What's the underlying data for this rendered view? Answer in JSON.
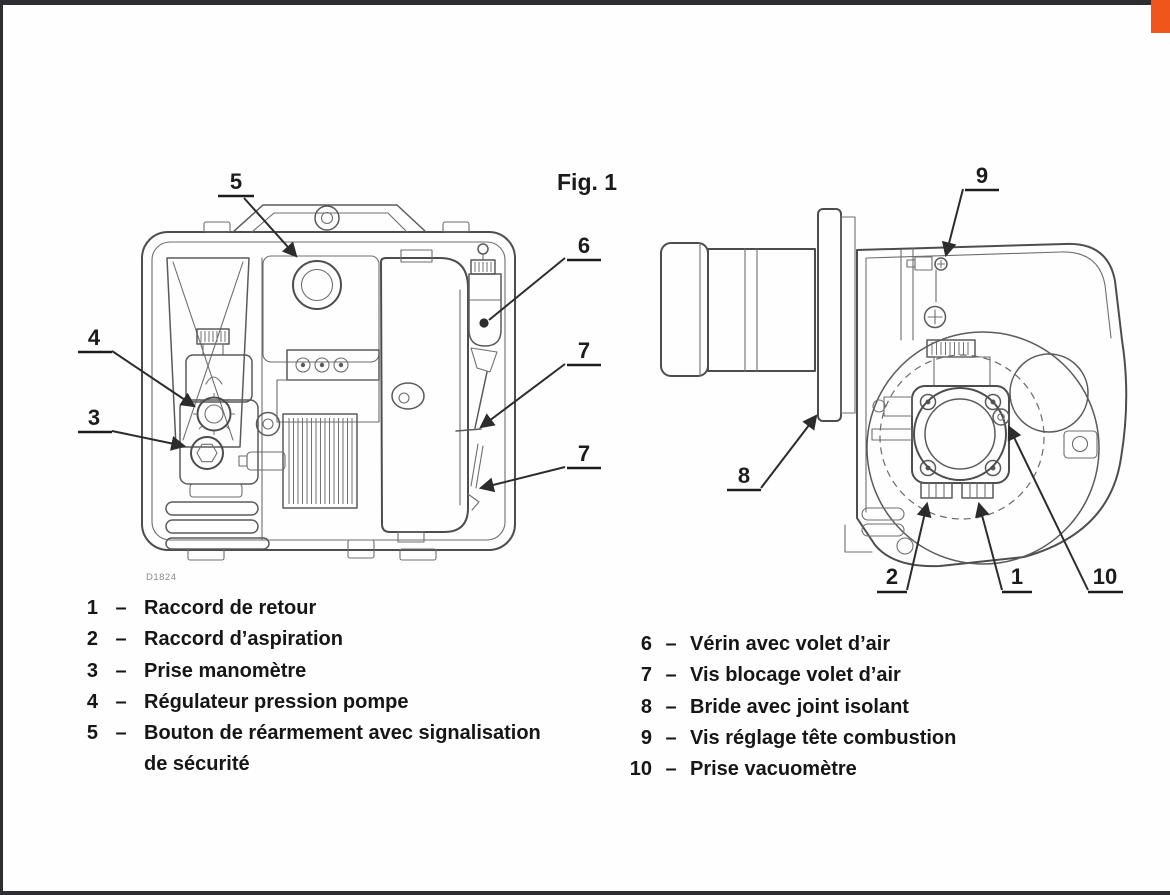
{
  "figure": {
    "label": "Fig. 1",
    "drawing_code": "D1824"
  },
  "callouts": {
    "front_view": [
      "5",
      "6",
      "4",
      "3",
      "7",
      "7"
    ],
    "side_view": [
      "9",
      "8",
      "2",
      "1",
      "10"
    ]
  },
  "legend": {
    "left": [
      {
        "num": "1",
        "sep": "–",
        "label": "Raccord de retour"
      },
      {
        "num": "2",
        "sep": "–",
        "label": "Raccord d’aspiration"
      },
      {
        "num": "3",
        "sep": "–",
        "label": "Prise manomètre"
      },
      {
        "num": "4",
        "sep": "–",
        "label": "Régulateur pression pompe"
      },
      {
        "num": "5",
        "sep": "–",
        "label": "Bouton de réarmement avec signalisation",
        "label2": "de sécurité"
      }
    ],
    "right": [
      {
        "num": "6",
        "sep": "–",
        "label": "Vérin avec volet d’air"
      },
      {
        "num": "7",
        "sep": "–",
        "label": "Vis blocage volet d’air"
      },
      {
        "num": "8",
        "sep": "–",
        "label": "Bride avec joint isolant"
      },
      {
        "num": "9",
        "sep": "–",
        "label": "Vis réglage tête combustion"
      },
      {
        "num": "10",
        "sep": "–",
        "label": "Prise vacuomètre"
      }
    ]
  },
  "colors": {
    "accent_orange": "#f0561c",
    "frame_dark": "#2e2e30",
    "line_gray": "#5a5a5a"
  }
}
